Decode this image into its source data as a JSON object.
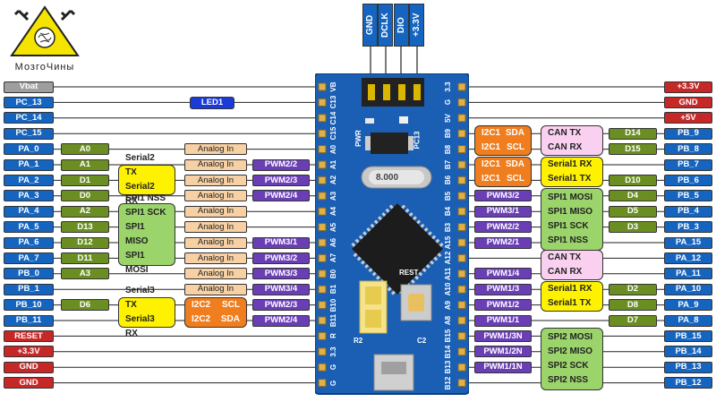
{
  "logo": {
    "text": "МозгоЧины"
  },
  "header_pins": [
    "GND",
    "DCLK",
    "DIO",
    "+3.3V"
  ],
  "board": {
    "led_label": "LED1",
    "pwr_label": "PWR",
    "pc13_label": "PC13",
    "reset_label": "REST",
    "r2_label": "R2",
    "c2_label": "C2",
    "crystal_label": "8.000",
    "left_silk": [
      "VB",
      "C13",
      "C14",
      "C15",
      "A0",
      "A1",
      "A2",
      "A3",
      "A4",
      "A5",
      "A6",
      "A7",
      "B0",
      "B1",
      "B10",
      "B11",
      "R",
      "3.3",
      "G",
      "G"
    ],
    "right_silk": [
      "3.3",
      "G",
      "5V",
      "B9",
      "B8",
      "B7",
      "B6",
      "B5",
      "B4",
      "B3",
      "A15",
      "A12",
      "A11",
      "A10",
      "A9",
      "A8",
      "B15",
      "B14",
      "B13",
      "B12"
    ]
  },
  "left_pins": [
    "Vbat",
    "PC_13",
    "PC_14",
    "PC_15",
    "PA_0",
    "PA_1",
    "PA_2",
    "PA_3",
    "PA_4",
    "PA_5",
    "PA_6",
    "PA_7",
    "PB_0",
    "PB_1",
    "PB_10",
    "PB_11",
    "RESET",
    "+3.3V",
    "GND",
    "GND"
  ],
  "left_arduino": {
    "PA_0": "A0",
    "PA_1": "A1",
    "PA_2": "D1",
    "PA_3": "D0",
    "PA_4": "A2",
    "PA_5": "D13",
    "PA_6": "D12",
    "PA_7": "D11",
    "PB_0": "A3",
    "PB_10": "D6"
  },
  "analog_in": "Analog In",
  "left_pwm": {
    "PA_1": "PWM2/2",
    "PA_2": "PWM2/3",
    "PA_3": "PWM2/4",
    "PA_6": "PWM3/1",
    "PA_7": "PWM3/2",
    "PB_0": "PWM3/3",
    "PB_1": "PWM3/4",
    "PB_10": "PWM2/3",
    "PB_11": "PWM2/4"
  },
  "serial2": [
    "Serial2 TX",
    "Serial2 RX"
  ],
  "spi1_left": [
    "SPI1 NSS",
    "SPI1 SCK",
    "SPI1 MISO",
    "SPI1 MOSI"
  ],
  "serial3": [
    "Serial3 TX",
    "Serial3 RX"
  ],
  "i2c2": [
    [
      "I2C2",
      "SCL"
    ],
    [
      "I2C2",
      "SDA"
    ]
  ],
  "right_pins": [
    "+3.3V",
    "GND",
    "+5V",
    "PB_9",
    "PB_8",
    "PB_7",
    "PB_6",
    "PB_5",
    "PB_4",
    "PB_3",
    "PA_15",
    "PA_12",
    "PA_11",
    "PA_10",
    "PA_9",
    "PA_8",
    "PB_15",
    "PB_14",
    "PB_13",
    "PB_12"
  ],
  "right_arduino": {
    "PB_9": "D14",
    "PB_8": "D15",
    "PB_6": "D10",
    "PB_5": "D4",
    "PB_4": "D5",
    "PB_3": "D3",
    "PA_10": "D2",
    "PA_9": "D8",
    "PA_8": "D7"
  },
  "i2c1": [
    [
      "I2C1",
      "SDA"
    ],
    [
      "I2C1",
      "SCL"
    ],
    [
      "I2C1",
      "SDA"
    ],
    [
      "I2C1",
      "SCL"
    ]
  ],
  "can_top": [
    "CAN TX",
    "CAN RX"
  ],
  "serial1_top": [
    "Serial1 RX",
    "Serial1 TX"
  ],
  "spi1_right": [
    "SPI1 MOSI",
    "SPI1 MISO",
    "SPI1 SCK",
    "SPI1 NSS"
  ],
  "right_pwm": {
    "PB_5": "PWM3/2",
    "PB_4": "PWM3/1",
    "PB_3": "PWM2/2",
    "PA_15": "PWM2/1",
    "PA_11": "PWM1/4",
    "PA_10": "PWM1/3",
    "PA_9": "PWM1/2",
    "PA_8": "PWM1/1",
    "PB_15": "PWM1/3N",
    "PB_14": "PWM1/2N",
    "PB_13": "PWM1/1N"
  },
  "can_bottom": [
    "CAN TX",
    "CAN RX"
  ],
  "serial1_bottom": [
    "Serial1 RX",
    "Serial1 TX"
  ],
  "spi2": [
    "SPI2 MOSI",
    "SPI2 MISO",
    "SPI2 SCK",
    "SPI2 NSS"
  ],
  "colors": {
    "pin_blue": "#1565c0",
    "power_red": "#c62828",
    "arduino_green": "#6b8e23",
    "analog_peach": "#f7d0a3",
    "pwm_purple": "#6a3fb5",
    "i2c_orange": "#f07e1e",
    "serial_yellow": "#fff200",
    "spi_green": "#9bd46b",
    "can_pink": "#f9d0f0",
    "board_blue": "#1a5fb4"
  }
}
